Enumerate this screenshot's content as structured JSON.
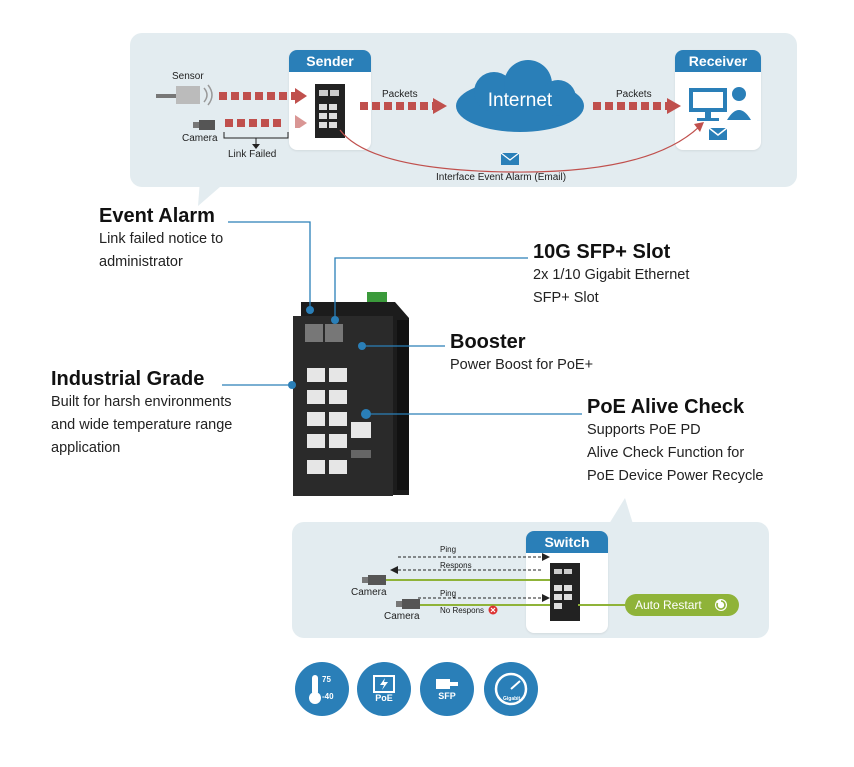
{
  "top_panel": {
    "sender": "Sender",
    "receiver": "Receiver",
    "internet": "Internet",
    "sensor": "Sensor",
    "camera": "Camera",
    "link_failed": "Link Failed",
    "packets_left": "Packets",
    "packets_right": "Packets",
    "alarm_email": "Interface Event Alarm (Email)"
  },
  "features": {
    "event_alarm": {
      "title": "Event Alarm",
      "lines": [
        "Link failed notice to",
        "administrator"
      ]
    },
    "sfp_slot": {
      "title": "10G SFP+ Slot",
      "lines": [
        "2x 1/10 Gigabit Ethernet",
        "SFP+ Slot"
      ]
    },
    "booster": {
      "title": "Booster",
      "lines": [
        "Power Boost for PoE+"
      ]
    },
    "industrial": {
      "title": "Industrial Grade",
      "lines": [
        "Built for harsh environments",
        "and wide temperature range",
        "application"
      ]
    },
    "poe_alive": {
      "title": "PoE Alive Check",
      "lines": [
        "Supports PoE PD",
        "Alive Check Function for",
        "PoE Device Power Recycle"
      ]
    }
  },
  "bottom_panel": {
    "switch": "Switch",
    "ping_1": "Ping",
    "respons": "Respons",
    "ping_2": "Ping",
    "no_respons": "No Respons",
    "camera_1": "Camera",
    "camera_2": "Camera",
    "auto_restart": "Auto Restart"
  },
  "badges": {
    "temp_high": "75",
    "temp_low": "-40",
    "poe": "PoE",
    "sfp": "SFP",
    "gigabit": "Gigabit"
  },
  "colors": {
    "accent_blue": "#2a7fb8",
    "arrow_red": "#c0504d",
    "panel_bg": "#e3ecf0",
    "green": "#8fb339"
  }
}
